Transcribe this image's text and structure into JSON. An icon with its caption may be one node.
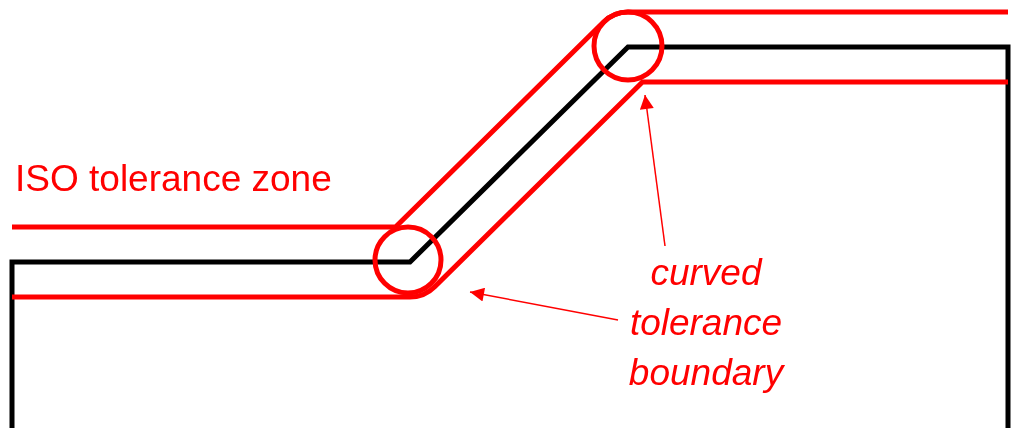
{
  "diagram": {
    "nodes": [
      {
        "text": [
          "curved tolerance boundary"
        ]
      },
      {
        "text": [],
        "shape": "circle"
      },
      {
        "text": [],
        "shape": "circle"
      }
    ],
    "edges": [
      {
        "from": 0,
        "to": 1,
        "arrow": "to"
      },
      {
        "from": 0,
        "to": 2,
        "arrow": "to"
      }
    ],
    "labels": [
      "ISO tolerance zone"
    ]
  }
}
